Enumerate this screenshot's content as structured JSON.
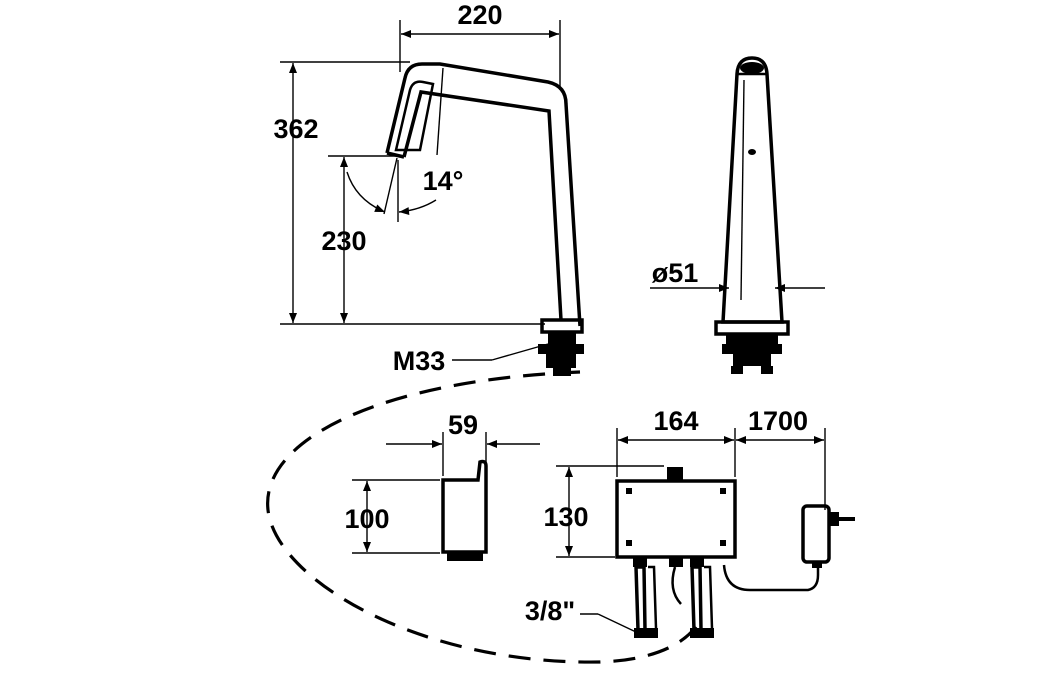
{
  "dimensions": {
    "spout_reach": "220",
    "total_height": "362",
    "clearance_height": "230",
    "spout_angle": "14°",
    "thread": "M33",
    "body_diameter": "ø51",
    "sensor_width": "59",
    "sensor_height": "100",
    "control_box_width": "164",
    "control_box_height": "130",
    "cable_length": "1700",
    "connection_size": "3/8\""
  }
}
